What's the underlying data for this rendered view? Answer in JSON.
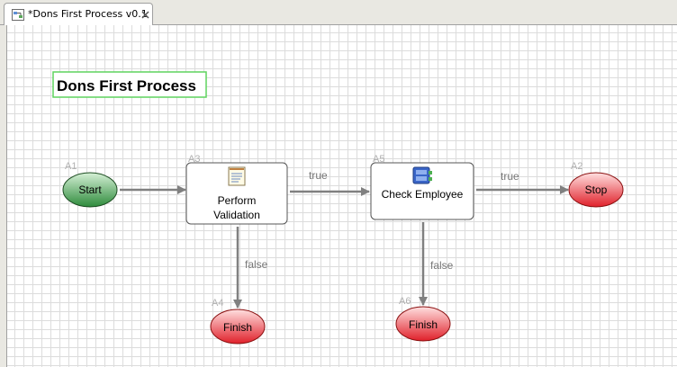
{
  "editor": {
    "tab_title": "*Dons First Process v0.1"
  },
  "process": {
    "title": "Dons First Process"
  },
  "nodes": {
    "start": {
      "id": "A1",
      "label": "Start"
    },
    "stop": {
      "id": "A2",
      "label": "Stop"
    },
    "perform_validation": {
      "id": "A3",
      "label_line1": "Perform",
      "label_line2": "Validation",
      "icon": "document-icon"
    },
    "finish_a4": {
      "id": "A4",
      "label": "Finish"
    },
    "check_employee": {
      "id": "A5",
      "label": "Check Employee",
      "icon": "database-icon"
    },
    "finish_a6": {
      "id": "A6",
      "label": "Finish"
    }
  },
  "edges": {
    "a3_to_a5": "true",
    "a5_to_a2": "true",
    "a3_to_a4": "false",
    "a5_to_a6": "false"
  },
  "colors": {
    "start_fill": "#2e8b3c",
    "end_fill": "#e0202a",
    "title_border": "#5fd35f",
    "connector": "#808080"
  }
}
